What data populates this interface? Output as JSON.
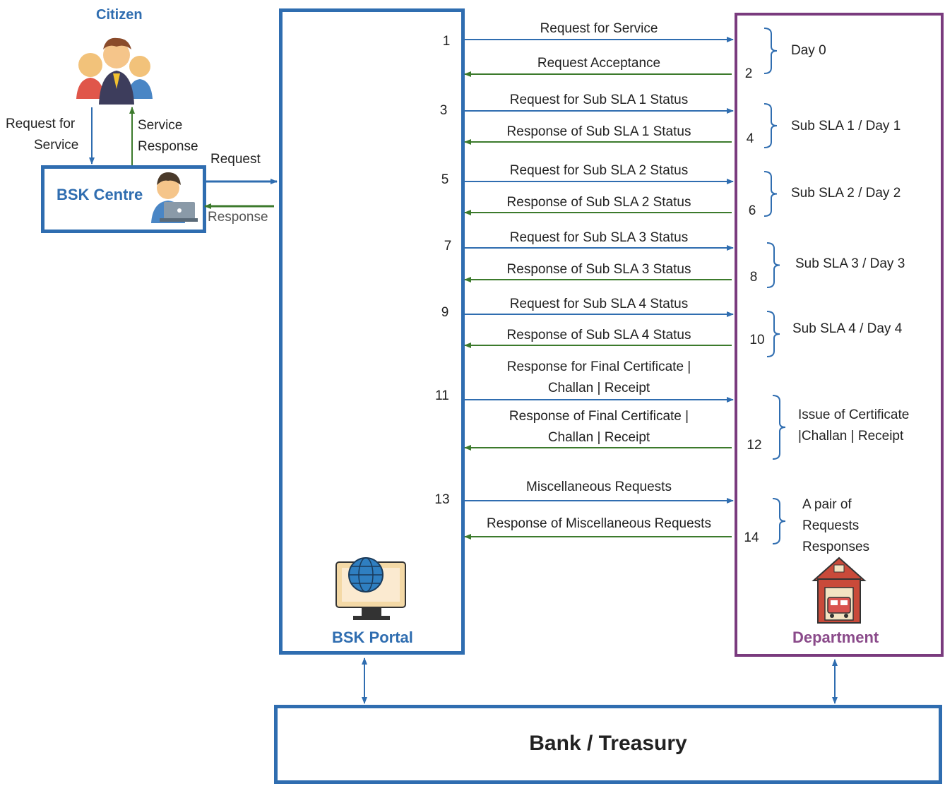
{
  "citizen": {
    "title": "Citizen"
  },
  "bsk_centre": {
    "title": "BSK Centre",
    "request_for_service": [
      "Request for",
      "Service"
    ],
    "service_response": [
      "Service",
      "Response"
    ],
    "request": "Request",
    "response": "Response"
  },
  "portal": {
    "title": "BSK Portal"
  },
  "department": {
    "title": "Department"
  },
  "bank": {
    "title": "Bank / Treasury"
  },
  "messages": [
    {
      "num": "1",
      "lines": [
        "Request for Service"
      ]
    },
    {
      "num": "2",
      "lines": [
        "Request Acceptance"
      ]
    },
    {
      "num": "3",
      "lines": [
        "Request for Sub SLA 1 Status"
      ]
    },
    {
      "num": "4",
      "lines": [
        "Response of Sub SLA 1 Status"
      ]
    },
    {
      "num": "5",
      "lines": [
        "Request for Sub SLA 2 Status"
      ]
    },
    {
      "num": "6",
      "lines": [
        "Response of Sub SLA 2 Status"
      ]
    },
    {
      "num": "7",
      "lines": [
        "Request for Sub SLA 3 Status"
      ]
    },
    {
      "num": "8",
      "lines": [
        "Response of Sub SLA 3 Status"
      ]
    },
    {
      "num": "9",
      "lines": [
        "Request for Sub SLA 4 Status"
      ]
    },
    {
      "num": "10",
      "lines": [
        "Response of Sub SLA 4 Status"
      ]
    },
    {
      "num": "11",
      "lines": [
        "Response for Final Certificate |",
        "Challan | Receipt"
      ]
    },
    {
      "num": "12",
      "lines": [
        "Response of Final Certificate |",
        "Challan | Receipt"
      ]
    },
    {
      "num": "13",
      "lines": [
        "Miscellaneous Requests"
      ]
    },
    {
      "num": "14",
      "lines": [
        "Response of Miscellaneous Requests"
      ]
    }
  ],
  "phases": [
    {
      "lines": [
        "Day 0"
      ]
    },
    {
      "lines": [
        "Sub SLA 1 / Day 1"
      ]
    },
    {
      "lines": [
        "Sub SLA 2 / Day 2"
      ]
    },
    {
      "lines": [
        "Sub SLA 3 / Day 3"
      ]
    },
    {
      "lines": [
        "Sub SLA 4 / Day 4"
      ]
    },
    {
      "lines": [
        "Issue of Certificate",
        "|Challan | Receipt"
      ]
    },
    {
      "lines": [
        "A pair of",
        "Requests",
        "Responses"
      ]
    }
  ],
  "colors": {
    "request_arrow": "#2f6db0",
    "response_arrow": "#3c7a2c",
    "portal_border": "#2f6db0",
    "department_border": "#7a3b7e"
  }
}
